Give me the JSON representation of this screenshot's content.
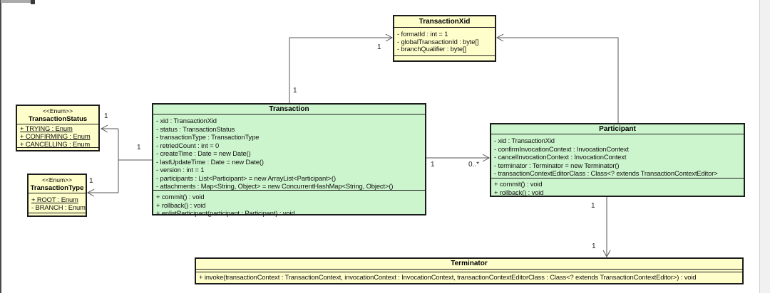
{
  "diagram": {
    "colors": {
      "entity_fill": "#fefecb",
      "core_fill": "#cdf5cd",
      "border": "#1c1c1c",
      "line": "#555555"
    },
    "classes": {
      "transaction_xid": {
        "title": "TransactionXid",
        "attributes": [
          "- formatId : int = 1",
          "- globalTransactionId : byte[]",
          "- branchQualifier : byte[]"
        ],
        "methods": []
      },
      "transaction": {
        "title": "Transaction",
        "attributes": [
          "- xid : TransactionXid",
          "- status : TransactionStatus",
          "- transactionType : TransactionType",
          "- retriedCount : int = 0",
          "- createTime : Date = new Date()",
          "- lastUpdateTime : Date = new Date()",
          "- version : int = 1",
          "- participants : List<Participant> = new ArrayList<Participant>()",
          "- attachments : Map<String, Object> = new ConcurrentHashMap<String, Object>()"
        ],
        "methods": [
          "+ commit() : void",
          "+ rollback() : void",
          "+ enlistParticipant(participant : Participant) : void"
        ]
      },
      "participant": {
        "title": "Participant",
        "attributes": [
          "- xid : TransactionXid",
          "- confirmInvocationContext : InvocationContext",
          "- cancelInvocationContext : InvocationContext",
          "- terminator : Terminator = new Terminator()",
          "- transactionContextEditorClass : Class<? extends TransactionContextEditor>"
        ],
        "methods": [
          "+ commit() : void",
          "+ rollback() : void"
        ]
      },
      "transaction_status": {
        "stereotype": "<<Enum>>",
        "title": "TransactionStatus",
        "attributes": [
          {
            "text": "+ TRYING : Enum",
            "underline": true
          },
          {
            "text": "+ CONFIRMING : Enum",
            "underline": true
          },
          {
            "text": "+ CANCELLING : Enum",
            "underline": true
          }
        ],
        "methods": []
      },
      "transaction_type": {
        "stereotype": "<<Enum>>",
        "title": "TransactionType",
        "attributes": [
          {
            "text": "+ ROOT : Enum",
            "underline": true
          },
          {
            "text": "- BRANCH : Enum"
          }
        ],
        "methods": []
      },
      "terminator": {
        "title": "Terminator",
        "attributes": [],
        "methods": [
          "+ invoke(transactionContext : TransactionContext, invocationContext : InvocationContext, transactionContextEditorClass : Class<? extends TransactionContextEditor>) : void"
        ]
      }
    },
    "edge_labels": [
      {
        "text": "1"
      },
      {
        "text": "1"
      },
      {
        "text": "1"
      },
      {
        "text": "0..*"
      },
      {
        "text": "1"
      },
      {
        "text": "1"
      },
      {
        "text": "1"
      },
      {
        "text": "1"
      },
      {
        "text": "1"
      }
    ]
  }
}
